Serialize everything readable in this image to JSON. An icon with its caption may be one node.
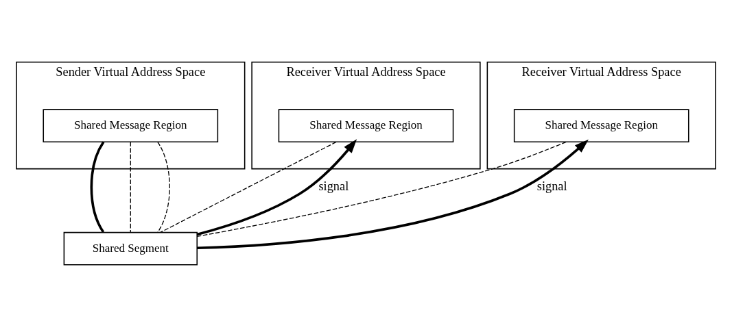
{
  "diagram": {
    "nodes": [
      {
        "text": [
          "Sender Virtual Address Space"
        ]
      },
      {
        "text": [
          "Shared Message Region"
        ],
        "in": 0
      },
      {
        "text": [
          "Receiver Virtual Address Space"
        ]
      },
      {
        "text": [
          "Shared Message Region"
        ],
        "in": 2
      },
      {
        "text": [
          "Receiver Virtual Address Space"
        ]
      },
      {
        "text": [
          "Shared Message Region"
        ],
        "in": 4
      },
      {
        "text": [
          "Shared Segment"
        ]
      }
    ],
    "edges": [
      {
        "from": 1,
        "to": 6,
        "arrow": "none",
        "style": "thick"
      },
      {
        "from": 1,
        "to": 6,
        "arrow": "none",
        "style": "dashed"
      },
      {
        "from": 1,
        "to": 6,
        "arrow": "none",
        "style": "dashed"
      },
      {
        "from": 6,
        "to": 3,
        "arrow": "to",
        "style": "thick",
        "label": "signal"
      },
      {
        "from": 3,
        "to": 6,
        "arrow": "none",
        "style": "dashed"
      },
      {
        "from": 6,
        "to": 5,
        "arrow": "to",
        "style": "thick",
        "label": "signal"
      },
      {
        "from": 5,
        "to": 6,
        "arrow": "none",
        "style": "dashed"
      }
    ]
  }
}
